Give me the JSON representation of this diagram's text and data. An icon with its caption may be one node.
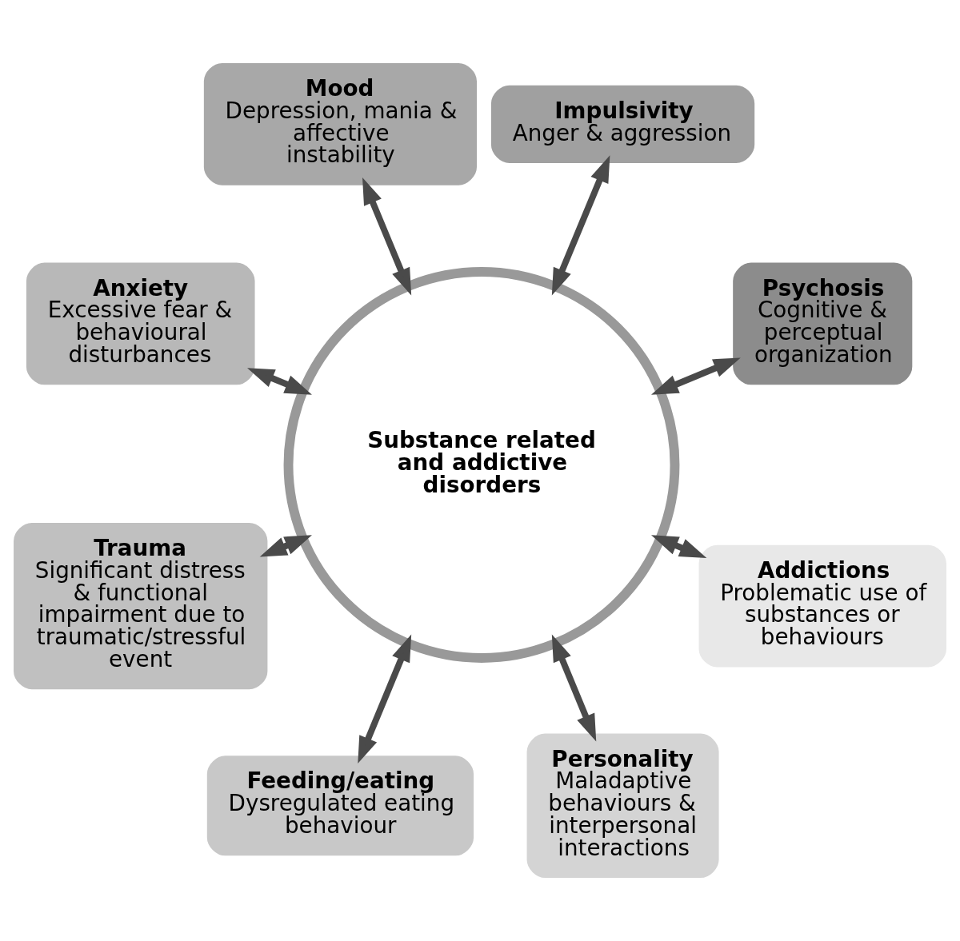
{
  "diagram": {
    "nodes": [
      {
        "text": [
          "Substance related and addictive disorders"
        ]
      },
      {
        "text": [
          "Psychosis",
          "Cognitive & perceptual organization"
        ]
      },
      {
        "text": [
          "Impulsivity",
          "Anger & aggression"
        ]
      },
      {
        "text": [
          "Mood",
          "Depression, mania & affective instability"
        ]
      },
      {
        "text": [
          "Anxiety",
          "Excessive fear & behavioural disturbances"
        ]
      },
      {
        "text": [
          "Trauma",
          "Significant distress & functional impairment due to traumatic/stressful event"
        ]
      },
      {
        "text": [
          "Feeding/eating",
          "Dysregulated eating behaviour"
        ]
      },
      {
        "text": [
          "Personality",
          "Maladaptive behaviours & interpersonal interactions"
        ]
      },
      {
        "text": [
          "Addictions",
          "Problematic use of substances or behaviours"
        ]
      }
    ],
    "edges": [
      {
        "from": 0,
        "to": 1,
        "arrow": "both"
      },
      {
        "from": 0,
        "to": 2,
        "arrow": "both"
      },
      {
        "from": 0,
        "to": 3,
        "arrow": "both"
      },
      {
        "from": 0,
        "to": 4,
        "arrow": "both"
      },
      {
        "from": 0,
        "to": 5,
        "arrow": "both"
      },
      {
        "from": 0,
        "to": 6,
        "arrow": "both"
      },
      {
        "from": 0,
        "to": 7,
        "arrow": "both"
      },
      {
        "from": 0,
        "to": 8,
        "arrow": "both"
      }
    ]
  }
}
